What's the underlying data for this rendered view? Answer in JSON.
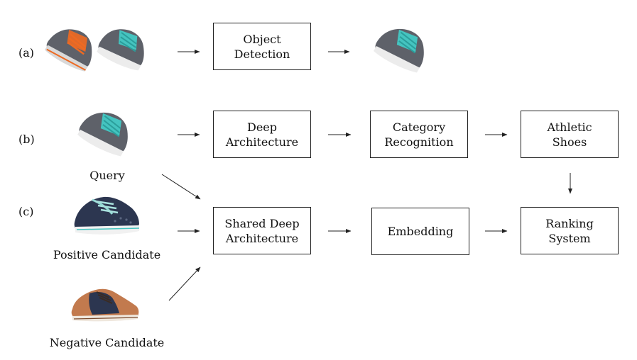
{
  "diagram": {
    "row_labels": {
      "a": "(a)",
      "b": "(b)",
      "c": "(c)"
    },
    "boxes": {
      "object_detection": "Object\nDetection",
      "deep_architecture": "Deep\nArchitecture",
      "category_recognition": "Category\nRecognition",
      "athletic_shoes": "Athletic\nShoes",
      "shared_deep_architecture": "Shared Deep\nArchitecture",
      "embedding": "Embedding",
      "ranking_system": "Ranking\nSystem"
    },
    "captions": {
      "query": "Query",
      "positive_candidate": "Positive Candidate",
      "negative_candidate": "Negative Candidate"
    },
    "images": {
      "input_pair": [
        "orange-gray-sneaker-icon",
        "gray-teal-sneaker-icon"
      ],
      "detected": "gray-teal-sneaker-icon",
      "query": "gray-teal-sneaker-icon",
      "positive": "navy-knit-sneaker-icon",
      "negative": "brown-oxford-shoe-icon"
    },
    "colors": {
      "gray": "#5e6169",
      "teal": "#45c4c0",
      "orange": "#ee6a22",
      "navy": "#2c3650",
      "tan": "#c27a4e",
      "white_sole": "#ececec"
    }
  }
}
